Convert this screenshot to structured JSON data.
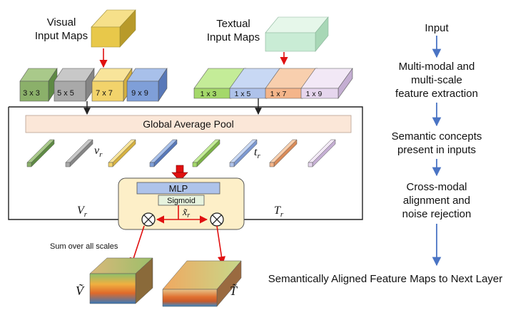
{
  "diagram": {
    "visual_input_label": {
      "line1": "Visual",
      "line2": "Input Maps"
    },
    "textual_input_label": {
      "line1": "Textual",
      "line2": "Input Maps"
    },
    "visual_scales": [
      "3 x 3",
      "5 x 5",
      "7 x 7",
      "9 x 9"
    ],
    "textual_scales": [
      "1 x 3",
      "1 x 5",
      "1 x 7",
      "1 x 9"
    ],
    "gap_label": "Global Average Pool",
    "v_r": "v",
    "v_r_sub": "r",
    "t_r": "t",
    "t_r_sub": "r",
    "mlp_label": "MLP",
    "sigmoid_label": "Sigmoid",
    "x_r": "x̃",
    "x_r_sub": "r",
    "V_r": "V",
    "V_r_sub": "r",
    "T_r": "T",
    "T_r_sub": "r",
    "sum_label": "Sum over all scales",
    "v_tilde": "Ṽ",
    "t_tilde": "T̃"
  },
  "flow": {
    "steps": [
      {
        "line1": "Input",
        "line2": "",
        "line3": ""
      },
      {
        "line1": "Multi-modal and",
        "line2": "multi-scale",
        "line3": "feature extraction"
      },
      {
        "line1": "Semantic concepts",
        "line2": "present in inputs",
        "line3": ""
      },
      {
        "line1": "Cross-modal",
        "line2": "alignment and",
        "line3": "noise rejection"
      }
    ],
    "output": "Semantically Aligned Feature Maps to Next Layer"
  },
  "colors": {
    "visual_input": "#e8c84a",
    "textual_input": "#c9ecd5",
    "v3": "#8bb06a",
    "v5": "#a9a9a9",
    "v7": "#f2d36b",
    "v9": "#7f9fd8",
    "t3": "#a4d86a",
    "t5": "#aec2ea",
    "t7": "#f4b58a",
    "t9": "#e6d6ee",
    "gap_fill": "#fbe7d8",
    "mlp_fill": "#aec3ea",
    "sigmoid_fill": "#e7f3de",
    "fusion_fill": "#fdefc8",
    "red_arrow": "#e01010",
    "blue_arrow": "#4a74c4"
  }
}
